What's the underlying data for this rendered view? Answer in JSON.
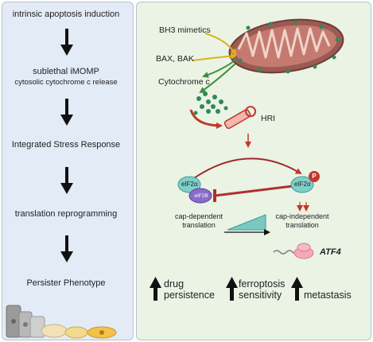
{
  "left_panel": {
    "steps": [
      "intrinsic apoptosis induction",
      "sublethal iMOMP",
      "cytosolic cytochrome c release",
      "Integrated Stress Response",
      "translation reprogramming",
      "Persister Phenotype"
    ]
  },
  "right_panel": {
    "bh3": "BH3 mimetics",
    "bax": "BAX, BAK",
    "cytc": "Cytochrome c",
    "hri": "HRI",
    "eif2a_left": "eIF2α",
    "eif2b": "eIF2B",
    "eif2a_right": "eIF2α",
    "p": "P",
    "cap_dep_1": "cap-dependent",
    "cap_dep_2": "translation",
    "cap_ind_1": "cap-independent",
    "cap_ind_2": "translation",
    "atf4": "ATF4",
    "outcomes": {
      "drug_1": "drug",
      "drug_2": "persistence",
      "ferro_1": "ferroptosis",
      "ferro_2": "sensitivity",
      "meta": "metastasis"
    }
  },
  "colors": {
    "left_bg": "#e3ebf7",
    "right_bg": "#eaf3e4",
    "arrow_red": "#c0392b",
    "mito": "#9b5a52",
    "teal": "#5bb9b2",
    "green_dots": "#2e8b57"
  }
}
